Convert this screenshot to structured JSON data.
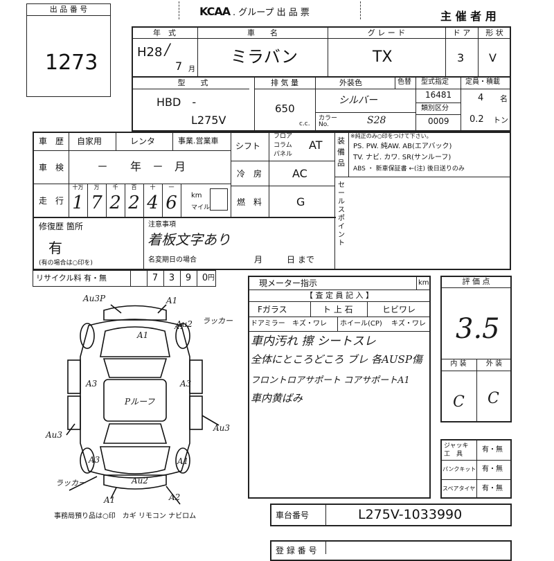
{
  "header": {
    "lot_number_label": "出 品 番 号",
    "lot_number": "1273",
    "brand": "KCAA",
    "form_title": ". グループ 出 品 票",
    "organizer": "主 催 者 用"
  },
  "car": {
    "year_label": "年　式",
    "year": "H28",
    "year_slash": "/",
    "month": "7",
    "month_unit": "月",
    "name_label": "車　　名",
    "name": "ミラバン",
    "grade_label": "グ レ ー ド",
    "grade": "TX",
    "doors_label": "ド ア",
    "doors": "3",
    "shape_label": "形 状",
    "shape": "V",
    "model_label": "型　　式",
    "model_prefix": "HBD　-",
    "model_code": "L275V",
    "displacement_label": "排 気 量",
    "displacement": "650",
    "cc_unit": "c.c.",
    "exterior_label": "外装色",
    "color_label": "色替",
    "color": "シルバー",
    "color_no_label": "カラー No.",
    "color_no": "S28",
    "type_designation_label": "型式指定",
    "type_designation": "16481",
    "category_label": "類別区分",
    "category": "0009",
    "capacity_label": "定員・積載",
    "capacity": "4",
    "capacity_unit": "名",
    "load": "0.2",
    "load_unit": "トン"
  },
  "history": {
    "history_label": "車　歴",
    "private": "自家用",
    "rental": "レンタ",
    "business": "事業.営業車",
    "inspection_label": "車　検",
    "inspection_value": "－　　年　－　月",
    "mileage_label": "走　行",
    "digit_headers": [
      "十万",
      "万",
      "千",
      "百",
      "十",
      "一"
    ],
    "mileage_digits": [
      "1",
      "7",
      "2",
      "2",
      "4",
      "6"
    ],
    "km_label": "km",
    "mile_label": "マイル",
    "shift_label": "シフト",
    "shift_options": [
      "フロア",
      "コラム",
      "パネル"
    ],
    "shift_value": "AT",
    "ac_label": "冷　房",
    "ac_value": "AC",
    "fuel_label": "燃　料",
    "fuel_value": "G",
    "equip_label": "装 備 品",
    "equip_note": "※純正のみ○印をつけて下さい。",
    "equip_line1": "PS. PW. 純AW. AB(エアバック)",
    "equip_line2": "TV. ナビ. カワ. SR(サンルーフ)",
    "equip_line3": "ABS ・ 新車保証書 ←(注) 後日送りのみ",
    "sales_point_label": "セールスポイント"
  },
  "repair": {
    "repair_label": "修復歴 箇所",
    "repair_value": "有",
    "repair_note": "(有の場合は○印を)",
    "notice_label": "注意事項",
    "notice_value": "着板文字あり",
    "rename_label": "名変期日の場合",
    "month_label": "月",
    "day_label": "日 まで"
  },
  "recycle": {
    "label": "リサイクル料 有・無",
    "digits": [
      "7",
      "3",
      "9",
      "0"
    ],
    "yen": "円"
  },
  "inspector": {
    "meter_label": "現メーター指示",
    "km": "km",
    "entry_label": "【 査 定 員 記 入 】",
    "glass_label": "Fガラス",
    "glass_stone": "ト 上 石",
    "glass_crack": "ヒビワレ",
    "mirror_label": "ドアミラー",
    "mirror_value": "キズ・ワレ",
    "wheel_label": "ホイール(CP)",
    "wheel_value": "キズ・ワレ",
    "notes": [
      "車内汚れ 擦 シートスレ",
      "全体にところどころ ブレ 各AUSP傷",
      "フロントロアサポート コアサポートA1",
      "車内黄ばみ"
    ]
  },
  "evaluation": {
    "score_label": "評 価 点",
    "score": "3.5",
    "interior_label": "内 装",
    "exterior_label": "外 装",
    "interior": "C",
    "exterior": "C",
    "jack_label": "ジャッキ 工　具",
    "puncture_label": "パンクキット",
    "spare_label": "スペアタイヤ",
    "option": "有・無"
  },
  "diagram": {
    "marks": [
      "Au3P",
      "A1",
      "Au2",
      "ラッカー",
      "A1",
      "A1",
      "A3",
      "A3",
      "Pルーフ",
      "Au3",
      "Au3",
      "A3",
      "A1",
      "ラッカー",
      "Au2",
      "A1",
      "A2"
    ],
    "office_note": "事務局預り品は○印　カギ リモコン ナビロム"
  },
  "chassis": {
    "label": "車台番号",
    "value": "L275V-1033990"
  },
  "registration": {
    "label": "登 録 番 号"
  }
}
